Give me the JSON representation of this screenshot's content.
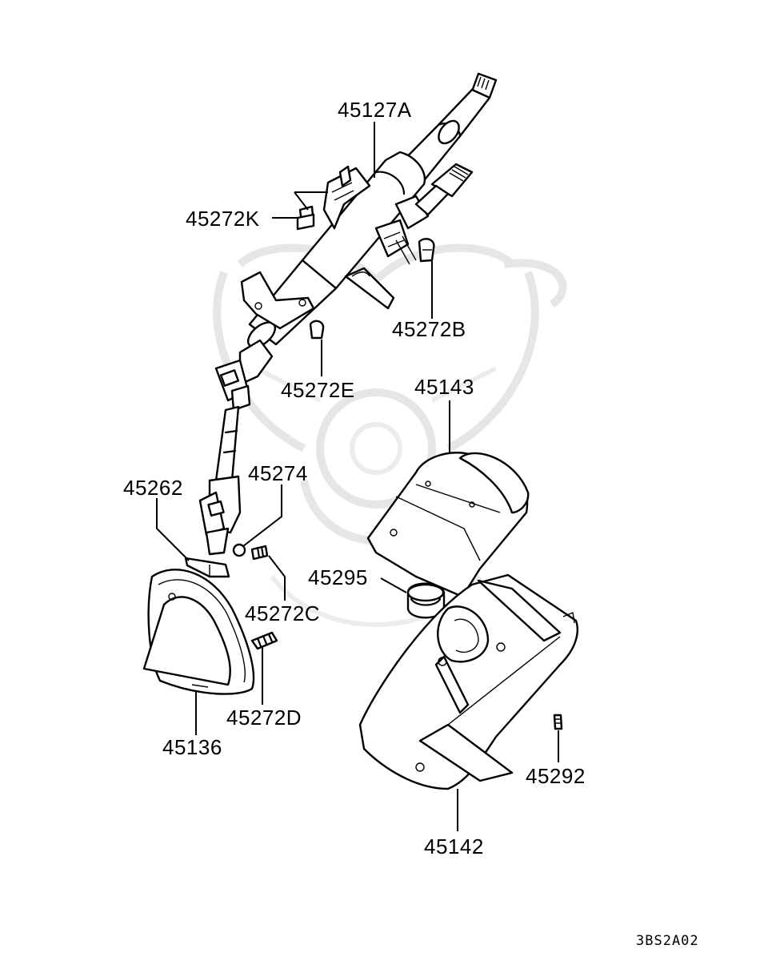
{
  "diagram_code": "3BS2A02",
  "parts": [
    {
      "id": "p-45127A",
      "label": "45127A"
    },
    {
      "id": "p-45272K",
      "label": "45272K"
    },
    {
      "id": "p-45272B",
      "label": "45272B"
    },
    {
      "id": "p-45272E",
      "label": "45272E"
    },
    {
      "id": "p-45143",
      "label": "45143"
    },
    {
      "id": "p-45262",
      "label": "45262"
    },
    {
      "id": "p-45274",
      "label": "45274"
    },
    {
      "id": "p-45295",
      "label": "45295"
    },
    {
      "id": "p-45272C",
      "label": "45272C"
    },
    {
      "id": "p-45272D",
      "label": "45272D"
    },
    {
      "id": "p-45136",
      "label": "45136"
    },
    {
      "id": "p-45292",
      "label": "45292"
    },
    {
      "id": "p-45142",
      "label": "45142"
    }
  ]
}
